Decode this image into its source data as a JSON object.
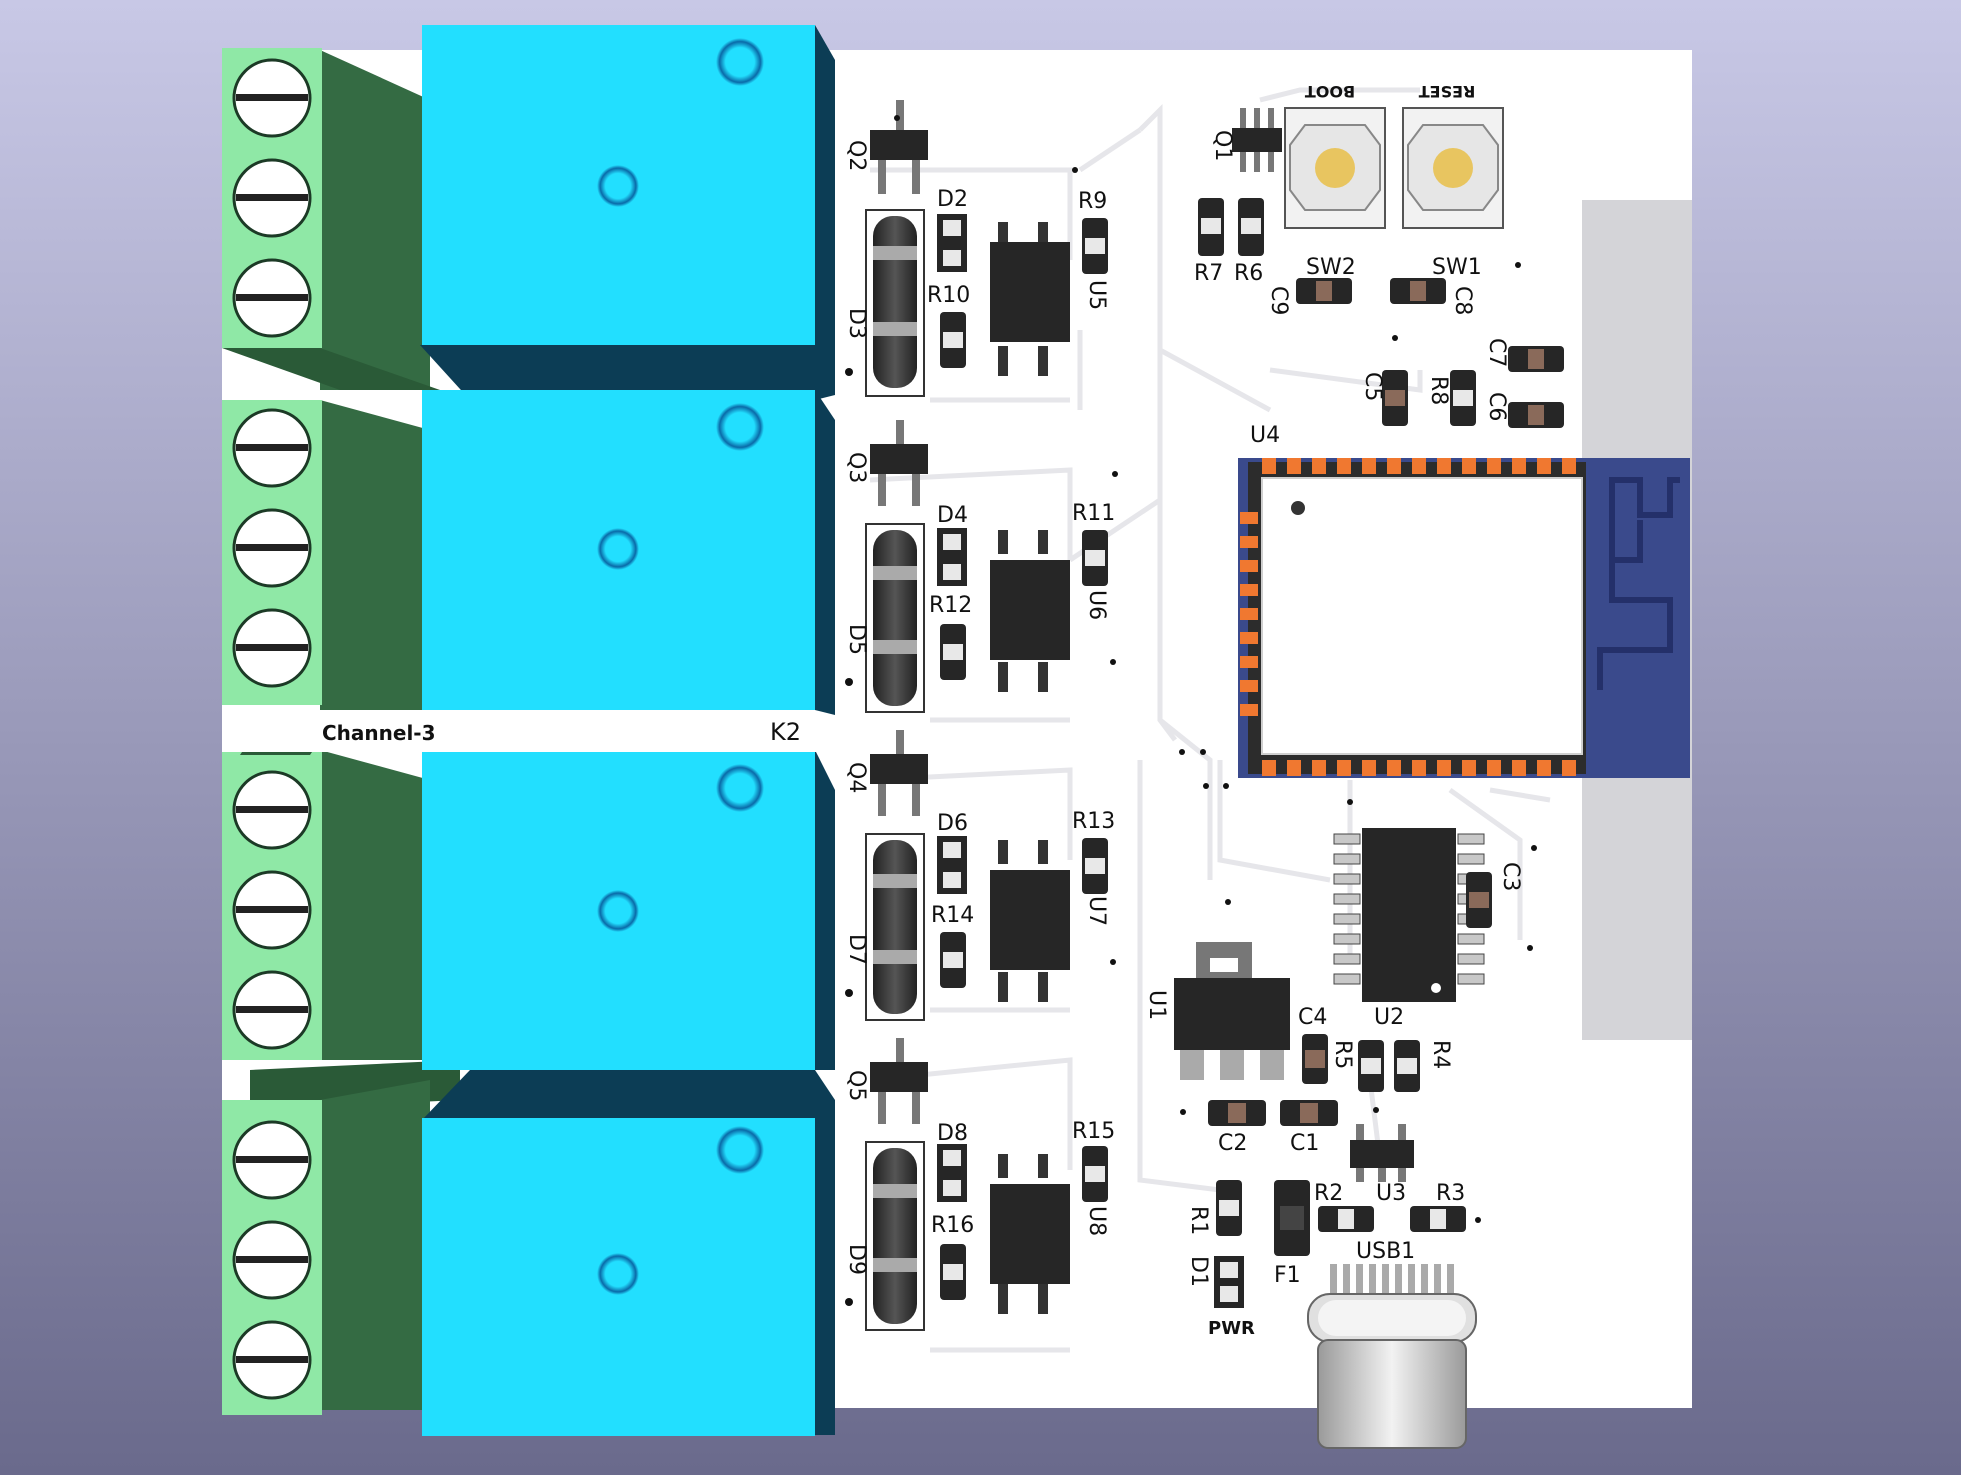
{
  "board": {
    "labels": {
      "k2": "K2",
      "channel3": "Channel-3",
      "boot": "BOOT",
      "reset": "RESET",
      "pwr": "PWR"
    },
    "refs": {
      "q1": "Q1",
      "q2": "Q2",
      "q3": "Q3",
      "q4": "Q4",
      "q5": "Q5",
      "d1": "D1",
      "d2": "D2",
      "d3": "D3",
      "d4": "D4",
      "d5": "D5",
      "d6": "D6",
      "d7": "D7",
      "d8": "D8",
      "d9": "D9",
      "r1": "R1",
      "r2": "R2",
      "r3": "R3",
      "r4": "R4",
      "r5": "R5",
      "r6": "R6",
      "r7": "R7",
      "r8": "R8",
      "r9": "R9",
      "r10": "R10",
      "r11": "R11",
      "r12": "R12",
      "r13": "R13",
      "r14": "R14",
      "r15": "R15",
      "r16": "R16",
      "u1": "U1",
      "u2": "U2",
      "u3": "U3",
      "u4": "U4",
      "u5": "U5",
      "u6": "U6",
      "u7": "U7",
      "u8": "U8",
      "c1": "C1",
      "c2": "C2",
      "c3": "C3",
      "c4": "C4",
      "c5": "C5",
      "c6": "C6",
      "c7": "C7",
      "c8": "C8",
      "c9": "C9",
      "sw1": "SW1",
      "sw2": "SW2",
      "f1": "F1",
      "usb1": "USB1"
    },
    "colors": {
      "background_top": "#c8c8e6",
      "background_bottom": "#6a6a8c",
      "pcb": "#ffffff",
      "relay": "#22dfff",
      "relay_side": "#0c3d55",
      "terminal": "#8fe8a6",
      "terminal_dark": "#346b43",
      "module_antenna": "#3a4a8c",
      "pad_orange": "#f07830",
      "ic_black": "#262626"
    }
  }
}
